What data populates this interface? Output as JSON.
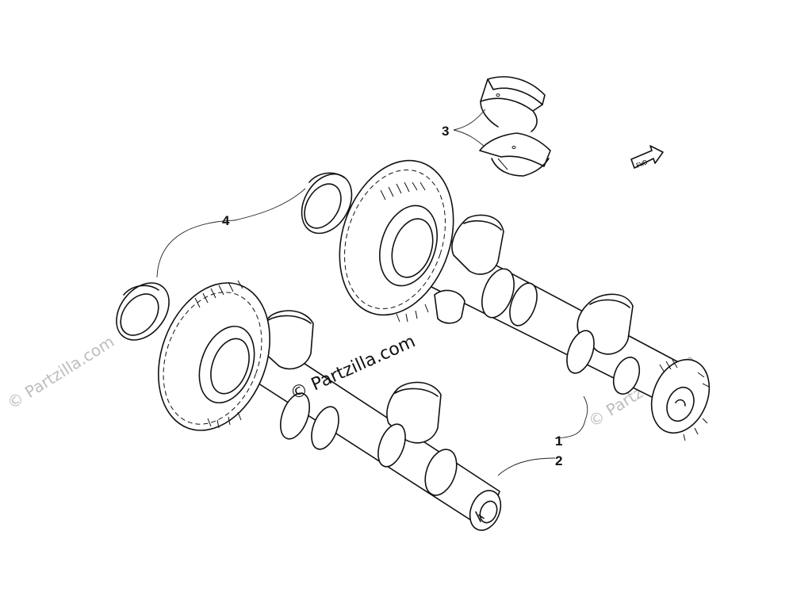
{
  "diagram": {
    "callouts": {
      "c1": "1",
      "c2": "2",
      "c3": "3",
      "c4": "4"
    },
    "fwd_label": "FWD",
    "watermark": {
      "main": "© Partzilla.com",
      "left": "© Partzilla.com",
      "right": "© Partzilla.com"
    }
  }
}
